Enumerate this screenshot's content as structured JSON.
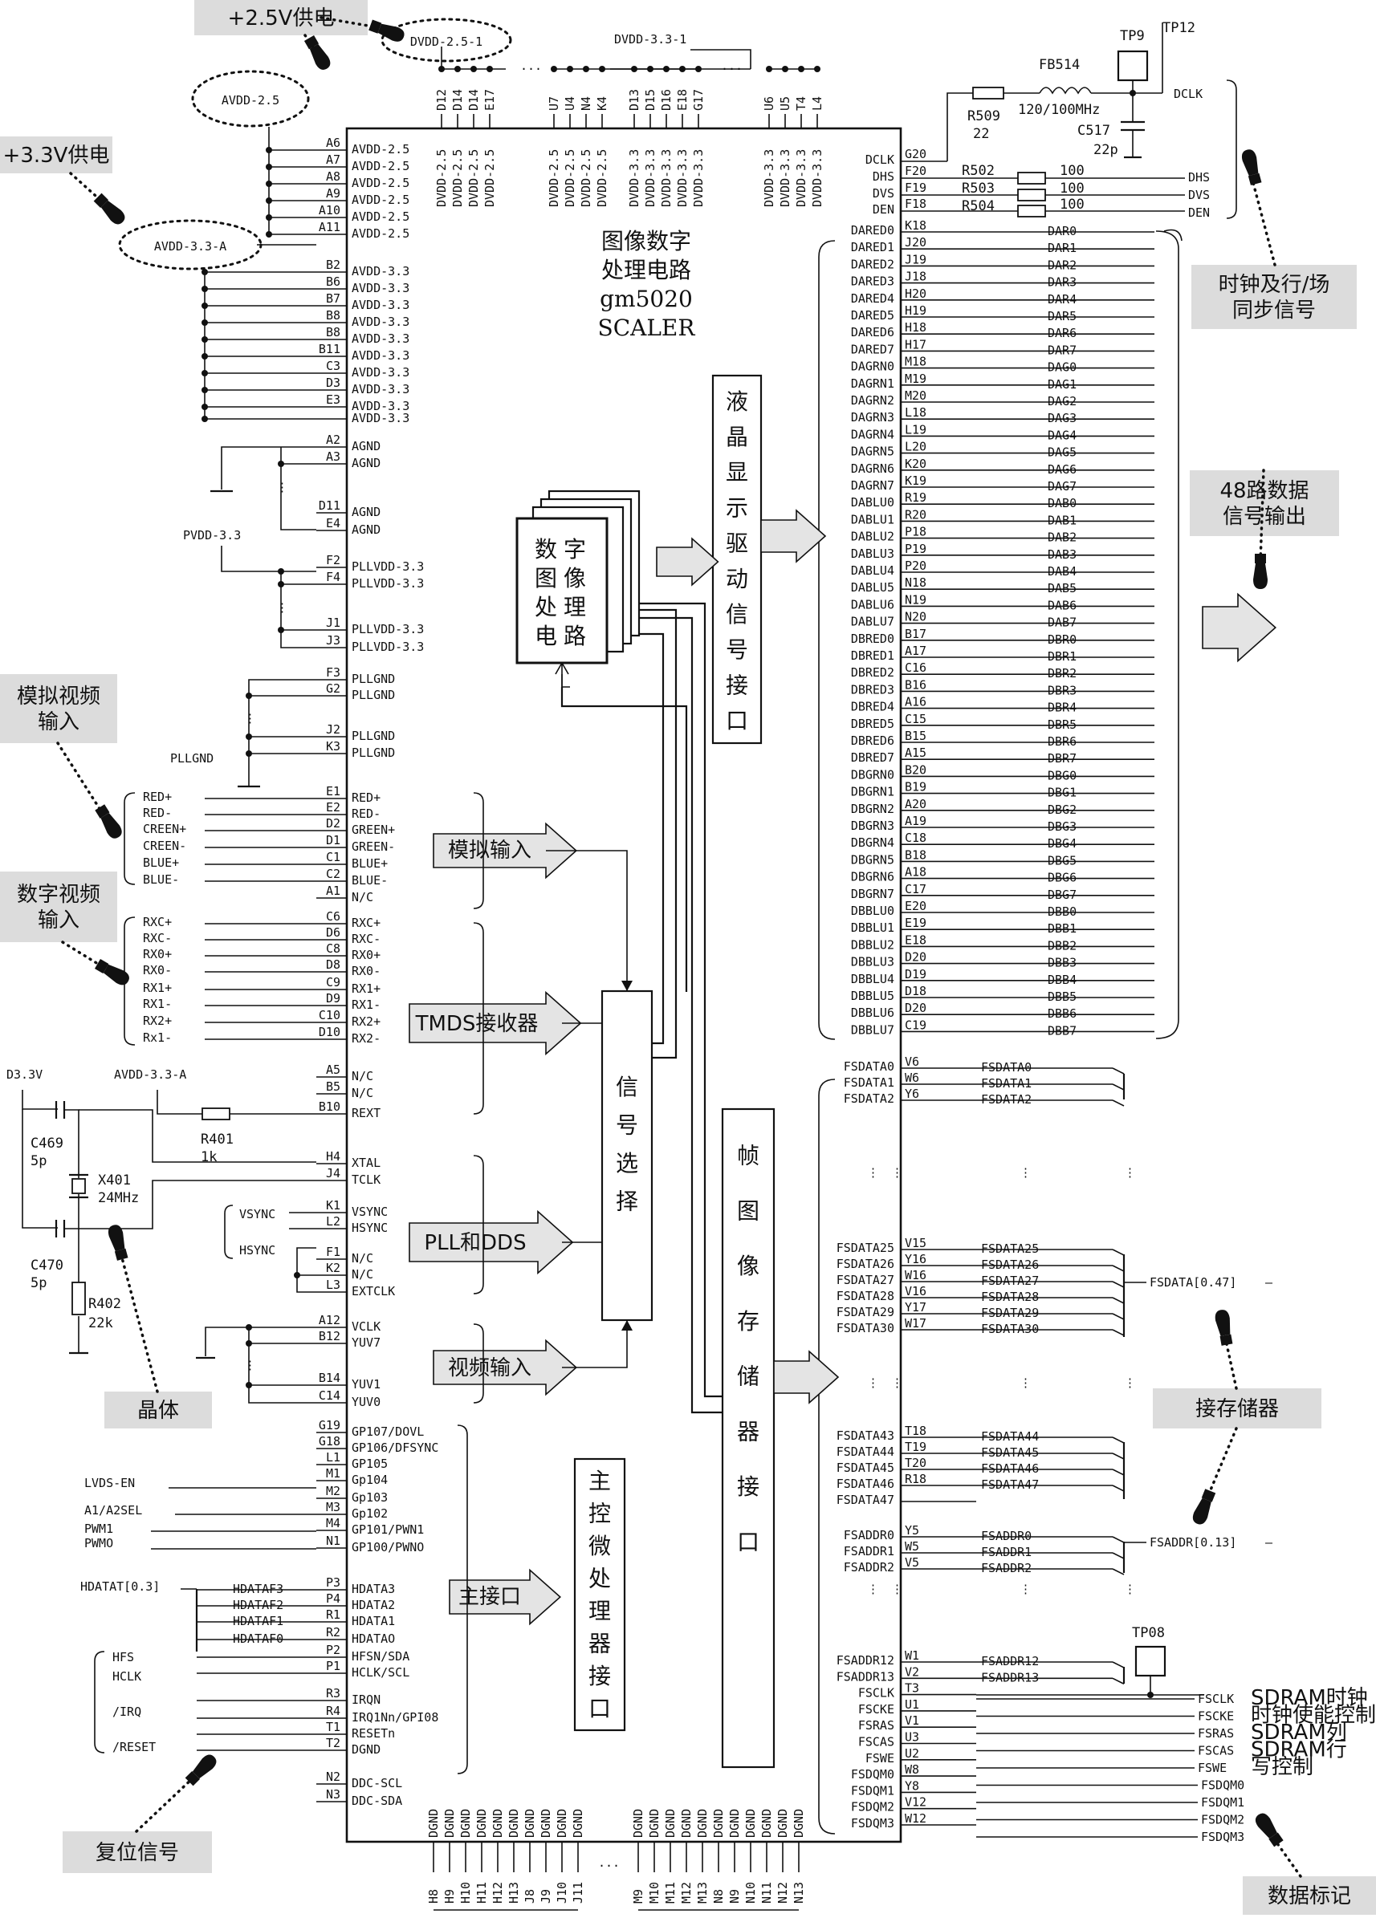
{
  "chip": {
    "title_lines": [
      "图像数字",
      "处理电路",
      "gm5020",
      "SCALER"
    ]
  },
  "blocks": {
    "lcd_driver": "液晶显示驱动信号接口",
    "dip": "数字图像处理电路",
    "signal_select": "信号选择",
    "frame_memory": "帧图像存储器接口",
    "mcu": "主控微处理器接口"
  },
  "input_arrows": {
    "analog": "模拟输入",
    "tmds": "TMDS接收器",
    "pll": "PLL和DDS",
    "video": "视频输入",
    "main": "主接口"
  },
  "notes": {
    "v25": "+2.5V供电",
    "v33": "+3.3V供电",
    "analog_video": [
      "模拟视频",
      "输入"
    ],
    "digital_video": [
      "数字视频",
      "输入"
    ],
    "crystal": "晶体",
    "reset": "复位信号",
    "clock_sync": [
      "时钟及行/场",
      "同步信号"
    ],
    "data48": [
      "48路数据",
      "信号输出"
    ],
    "memory": "接存储器",
    "data_mark": "数据标记"
  },
  "rails": {
    "avdd25": "AVDD-2.5",
    "avdd33a": "AVDD-3.3-A",
    "dvdd251": "DVDD-2.5-1",
    "dvdd331": "DVDD-3.3-1",
    "pvdd33": "PVDD-3.3",
    "pllgnd": "PLLGND",
    "d33": "D3.3V",
    "avdd33a2": "AVDD-3.3-A"
  },
  "top_pins": {
    "dvdd25_nums": [
      "D12",
      "D14",
      "D14",
      "E17"
    ],
    "dvdd25_nums2": [
      "U7",
      "U4",
      "N4",
      "K4"
    ],
    "dvdd33_nums": [
      "D13",
      "D15",
      "D16",
      "E18",
      "G17"
    ],
    "dvdd33_nums2": [
      "U6",
      "U5",
      "T4",
      "L4"
    ],
    "dvdd25_names": [
      "DVDD-2.5",
      "DVDD-2.5",
      "DVDD-2.5",
      "DVDD-2.5"
    ],
    "dvdd25_names2": [
      "DVDD-2.5",
      "DVDD-2.5",
      "DVDD-2.5",
      "DVDD-2.5"
    ],
    "dvdd33_names": [
      "DVDD-3.3",
      "DVDD-3.3",
      "DVDD-3.3",
      "DVDD-3.3",
      "DVDD-3.3"
    ],
    "dvdd33_names2": [
      "DVDD-3.3",
      "DVDD-3.3",
      "DVDD-3.3",
      "DVDD-3.3"
    ]
  },
  "bottom_pins": {
    "nums_left": [
      "H8",
      "H9",
      "H10",
      "H11",
      "H12",
      "H13",
      "J8",
      "J9",
      "J10",
      "J11"
    ],
    "nums_right": [
      "M9",
      "M10",
      "M11",
      "M12",
      "M13",
      "N8",
      "N9",
      "N10",
      "N11",
      "N12",
      "N13"
    ],
    "name": "DGND"
  },
  "left_pins": [
    {
      "num": "A6",
      "name": "AVDD-2.5"
    },
    {
      "num": "A7",
      "name": "AVDD-2.5"
    },
    {
      "num": "A8",
      "name": "AVDD-2.5"
    },
    {
      "num": "A9",
      "name": "AVDD-2.5"
    },
    {
      "num": "A10",
      "name": "AVDD-2.5"
    },
    {
      "num": "A11",
      "name": "AVDD-2.5"
    },
    {
      "num": "B2",
      "name": "AVDD-3.3"
    },
    {
      "num": "B6",
      "name": "AVDD-3.3"
    },
    {
      "num": "B7",
      "name": "AVDD-3.3"
    },
    {
      "num": "B8",
      "name": "AVDD-3.3"
    },
    {
      "num": "B8",
      "name": "AVDD-3.3"
    },
    {
      "num": "B11",
      "name": "AVDD-3.3"
    },
    {
      "num": "C3",
      "name": "AVDD-3.3"
    },
    {
      "num": "D3",
      "name": "AVDD-3.3"
    },
    {
      "num": "E3",
      "name": "AVDD-3.3"
    },
    {
      "num": "",
      "name": "AVDD-3.3"
    },
    {
      "num": "A2",
      "name": "AGND"
    },
    {
      "num": "A3",
      "name": "AGND"
    },
    {
      "num": "D11",
      "name": "AGND"
    },
    {
      "num": "E4",
      "name": "AGND"
    },
    {
      "num": "F2",
      "name": "PLLVDD-3.3"
    },
    {
      "num": "F4",
      "name": "PLLVDD-3.3"
    },
    {
      "num": "J1",
      "name": "PLLVDD-3.3"
    },
    {
      "num": "J3",
      "name": "PLLVDD-3.3"
    },
    {
      "num": "F3",
      "name": "PLLGND"
    },
    {
      "num": "G2",
      "name": "PLLGND"
    },
    {
      "num": "J2",
      "name": "PLLGND"
    },
    {
      "num": "K3",
      "name": "PLLGND"
    },
    {
      "num": "E1",
      "name": "RED+"
    },
    {
      "num": "E2",
      "name": "RED-"
    },
    {
      "num": "D2",
      "name": "GREEN+"
    },
    {
      "num": "D1",
      "name": "GREEN-"
    },
    {
      "num": "C1",
      "name": "BLUE+"
    },
    {
      "num": "C2",
      "name": "BLUE-"
    },
    {
      "num": "A1",
      "name": "N/C"
    },
    {
      "num": "C6",
      "name": "RXC+"
    },
    {
      "num": "D6",
      "name": "RXC-"
    },
    {
      "num": "C8",
      "name": "RX0+"
    },
    {
      "num": "D8",
      "name": "RX0-"
    },
    {
      "num": "C9",
      "name": "RX1+"
    },
    {
      "num": "D9",
      "name": "RX1-"
    },
    {
      "num": "C10",
      "name": "RX2+"
    },
    {
      "num": "D10",
      "name": "RX2-"
    },
    {
      "num": "A5",
      "name": "N/C"
    },
    {
      "num": "B5",
      "name": "N/C"
    },
    {
      "num": "B10",
      "name": "REXT"
    },
    {
      "num": "H4",
      "name": "XTAL"
    },
    {
      "num": "J4",
      "name": "TCLK"
    },
    {
      "num": "K1",
      "name": "VSYNC"
    },
    {
      "num": "L2",
      "name": "HSYNC"
    },
    {
      "num": "F1",
      "name": "N/C"
    },
    {
      "num": "K2",
      "name": "N/C"
    },
    {
      "num": "L3",
      "name": "EXTCLK"
    },
    {
      "num": "A12",
      "name": "VCLK"
    },
    {
      "num": "B12",
      "name": "YUV7"
    },
    {
      "num": "B14",
      "name": "YUV1"
    },
    {
      "num": "C14",
      "name": "YUV0"
    },
    {
      "num": "G19",
      "name": "GP107/DOVL"
    },
    {
      "num": "G18",
      "name": "GP106/DFSYNC"
    },
    {
      "num": "L1",
      "name": "GP105"
    },
    {
      "num": "M1",
      "name": "Gp104"
    },
    {
      "num": "M2",
      "name": "Gp103"
    },
    {
      "num": "M3",
      "name": "Gp102"
    },
    {
      "num": "M4",
      "name": "GP101/PWN1"
    },
    {
      "num": "N1",
      "name": "GP100/PWNO"
    },
    {
      "num": "P3",
      "name": "HDATA3"
    },
    {
      "num": "P4",
      "name": "HDATA2"
    },
    {
      "num": "R1",
      "name": "HDATA1"
    },
    {
      "num": "R2",
      "name": "HDATAO"
    },
    {
      "num": "P2",
      "name": "HFSN/SDA"
    },
    {
      "num": "P1",
      "name": "HCLK/SCL"
    },
    {
      "num": "R3",
      "name": "IRQN"
    },
    {
      "num": "R4",
      "name": "IRQ1Nn/GPI08"
    },
    {
      "num": "T1",
      "name": "RESETn"
    },
    {
      "num": "T2",
      "name": "DGND"
    },
    {
      "num": "N2",
      "name": "DDC-SCL"
    },
    {
      "num": "N3",
      "name": "DDC-SDA"
    }
  ],
  "left_signals": {
    "rgb": [
      "RED+",
      "RED-",
      "CREEN+",
      "CREEN-",
      "BLUE+",
      "BLUE-"
    ],
    "tmds": [
      "RXC+",
      "RXC-",
      "RX0+",
      "RX0-",
      "RX1+",
      "RX1-",
      "RX2+",
      "Rx1-"
    ],
    "sync": [
      "VSYNC",
      "HSYNC"
    ],
    "gp": [
      "LVDS-EN",
      "A1/A2SEL",
      "PWM1",
      "PWMO"
    ],
    "hdata_bus": "HDATAT[0.3]",
    "hdata": [
      "HDATAF3",
      "HDATAF2",
      "HDATAF1",
      "HDATAF0"
    ],
    "host": [
      "HFS",
      "HCLK",
      "/IRQ",
      "/RESET"
    ]
  },
  "crystal_parts": {
    "c469": "C469",
    "c469v": "5p",
    "c470": "C470",
    "c470v": "5p",
    "x401": "X401",
    "x401v": "24MHz",
    "r401": "R401",
    "r401v": "1k",
    "r402": "R402",
    "r402v": "22k"
  },
  "right_top": [
    {
      "name": "DCLK",
      "num": "G20"
    },
    {
      "name": "DHS",
      "num": "F20"
    },
    {
      "name": "DVS",
      "num": "F19"
    },
    {
      "name": "DEN",
      "num": "F18"
    }
  ],
  "clock_parts": {
    "fb514": "FB514",
    "fb514v": "120/100MHz",
    "r509": "R509",
    "r509v": "22",
    "c517": "C517",
    "c517v": "22p",
    "tp9": "TP9",
    "tp12": "TP12",
    "r502": "R502",
    "r503": "R503",
    "r504": "R504",
    "rv": "100",
    "out_dclk": "DCLK",
    "out_dhs": "DHS",
    "out_dvs": "DVS",
    "out_den": "DEN"
  },
  "data_pins": [
    {
      "name": "DARED0",
      "num": "K18",
      "sig": "DAR0"
    },
    {
      "name": "DARED1",
      "num": "J20",
      "sig": "DAR1"
    },
    {
      "name": "DARED2",
      "num": "J19",
      "sig": "DAR2"
    },
    {
      "name": "DARED3",
      "num": "J18",
      "sig": "DAR3"
    },
    {
      "name": "DARED4",
      "num": "H20",
      "sig": "DAR4"
    },
    {
      "name": "DARED5",
      "num": "H19",
      "sig": "DAR5"
    },
    {
      "name": "DARED6",
      "num": "H18",
      "sig": "DAR6"
    },
    {
      "name": "DARED7",
      "num": "H17",
      "sig": "DAR7"
    },
    {
      "name": "DAGRN0",
      "num": "M18",
      "sig": "DAG0"
    },
    {
      "name": "DAGRN1",
      "num": "M19",
      "sig": "DAG1"
    },
    {
      "name": "DAGRN2",
      "num": "M20",
      "sig": "DAG2"
    },
    {
      "name": "DAGRN3",
      "num": "L18",
      "sig": "DAG3"
    },
    {
      "name": "DAGRN4",
      "num": "L19",
      "sig": "DAG4"
    },
    {
      "name": "DAGRN5",
      "num": "L20",
      "sig": "DAG5"
    },
    {
      "name": "DAGRN6",
      "num": "K20",
      "sig": "DAG6"
    },
    {
      "name": "DAGRN7",
      "num": "K19",
      "sig": "DAG7"
    },
    {
      "name": "DABLU0",
      "num": "R19",
      "sig": "DAB0"
    },
    {
      "name": "DABLU1",
      "num": "R20",
      "sig": "DAB1"
    },
    {
      "name": "DABLU2",
      "num": "P18",
      "sig": "DAB2"
    },
    {
      "name": "DABLU3",
      "num": "P19",
      "sig": "DAB3"
    },
    {
      "name": "DABLU4",
      "num": "P20",
      "sig": "DAB4"
    },
    {
      "name": "DABLU5",
      "num": "N18",
      "sig": "DAB5"
    },
    {
      "name": "DABLU6",
      "num": "N19",
      "sig": "DAB6"
    },
    {
      "name": "DABLU7",
      "num": "N20",
      "sig": "DAB7"
    },
    {
      "name": "DBRED0",
      "num": "B17",
      "sig": "DBR0"
    },
    {
      "name": "DBRED1",
      "num": "A17",
      "sig": "DBR1"
    },
    {
      "name": "DBRED2",
      "num": "C16",
      "sig": "DBR2"
    },
    {
      "name": "DBRED3",
      "num": "B16",
      "sig": "DBR3"
    },
    {
      "name": "DBRED4",
      "num": "A16",
      "sig": "DBR4"
    },
    {
      "name": "DBRED5",
      "num": "C15",
      "sig": "DBR5"
    },
    {
      "name": "DBRED6",
      "num": "B15",
      "sig": "DBR6"
    },
    {
      "name": "DBRED7",
      "num": "A15",
      "sig": "DBR7"
    },
    {
      "name": "DBGRN0",
      "num": "B20",
      "sig": "DBG0"
    },
    {
      "name": "DBGRN1",
      "num": "B19",
      "sig": "DBG1"
    },
    {
      "name": "DBGRN2",
      "num": "A20",
      "sig": "DBG2"
    },
    {
      "name": "DBGRN3",
      "num": "A19",
      "sig": "DBG3"
    },
    {
      "name": "DBGRN4",
      "num": "C18",
      "sig": "DBG4"
    },
    {
      "name": "DBGRN5",
      "num": "B18",
      "sig": "DBG5"
    },
    {
      "name": "DBGRN6",
      "num": "A18",
      "sig": "DBG6"
    },
    {
      "name": "DBGRN7",
      "num": "C17",
      "sig": "DBG7"
    },
    {
      "name": "DBBLU0",
      "num": "E20",
      "sig": "DBB0"
    },
    {
      "name": "DBBLU1",
      "num": "E19",
      "sig": "DBB1"
    },
    {
      "name": "DBBLU2",
      "num": "E18",
      "sig": "DBB2"
    },
    {
      "name": "DBBLU3",
      "num": "D20",
      "sig": "DBB3"
    },
    {
      "name": "DBBLU4",
      "num": "D19",
      "sig": "DBB4"
    },
    {
      "name": "DBBLU5",
      "num": "D18",
      "sig": "DBB5"
    },
    {
      "name": "DBBLU6",
      "num": "D20",
      "sig": "DBB6"
    },
    {
      "name": "DBBLU7",
      "num": "C19",
      "sig": "DBB7"
    }
  ],
  "fs_pins": {
    "g1": [
      {
        "name": "FSDATA0",
        "num": "V6",
        "sig": "FSDATA0"
      },
      {
        "name": "FSDATA1",
        "num": "W6",
        "sig": "FSDATA1"
      },
      {
        "name": "FSDATA2",
        "num": "Y6",
        "sig": "FSDATA2"
      }
    ],
    "g2": [
      {
        "name": "FSDATA25",
        "num": "V15",
        "sig": "FSDATA25"
      },
      {
        "name": "FSDATA26",
        "num": "Y16",
        "sig": "FSDATA26"
      },
      {
        "name": "FSDATA27",
        "num": "W16",
        "sig": "FSDATA27"
      },
      {
        "name": "FSDATA28",
        "num": "V16",
        "sig": "FSDATA28"
      },
      {
        "name": "FSDATA29",
        "num": "Y17",
        "sig": "FSDATA29"
      },
      {
        "name": "FSDATA30",
        "num": "W17",
        "sig": "FSDATA30"
      }
    ],
    "g3": [
      {
        "name": "FSDATA43",
        "num": "T18",
        "sig": "FSDATA44"
      },
      {
        "name": "FSDATA44",
        "num": "T19",
        "sig": "FSDATA45"
      },
      {
        "name": "FSDATA45",
        "num": "T20",
        "sig": "FSDATA46"
      },
      {
        "name": "FSDATA46",
        "num": "R18",
        "sig": "FSDATA47"
      },
      {
        "name": "FSDATA47",
        "num": "",
        "sig": ""
      }
    ],
    "g4": [
      {
        "name": "FSADDR0",
        "num": "Y5",
        "sig": "FSADDR0"
      },
      {
        "name": "FSADDR1",
        "num": "W5",
        "sig": "FSADDR1"
      },
      {
        "name": "FSADDR2",
        "num": "V5",
        "sig": "FSADDR2"
      }
    ],
    "g5": [
      {
        "name": "FSADDR12",
        "num": "W1",
        "sig": "FSADDR12"
      },
      {
        "name": "FSADDR13",
        "num": "V2",
        "sig": "FSADDR13"
      },
      {
        "name": "FSCLK",
        "num": "T3",
        "sig": ""
      },
      {
        "name": "FSCKE",
        "num": "U1",
        "sig": ""
      },
      {
        "name": "FSRAS",
        "num": "V1",
        "sig": ""
      },
      {
        "name": "FSCAS",
        "num": "U3",
        "sig": ""
      },
      {
        "name": "FSWE",
        "num": "U2",
        "sig": ""
      },
      {
        "name": "FSDQM0",
        "num": "W8",
        "sig": ""
      },
      {
        "name": "FSDQM1",
        "num": "Y8",
        "sig": ""
      },
      {
        "name": "FSDQM2",
        "num": "V12",
        "sig": ""
      },
      {
        "name": "FSDQM3",
        "num": "W12",
        "sig": ""
      }
    ],
    "bus_data": "FSDATA[0.47]",
    "bus_addr": "FSADDR[0.13]",
    "tp08": "TP08"
  },
  "sdram_outputs": [
    {
      "sig": "FSCLK",
      "desc": "SDRAM时钟"
    },
    {
      "sig": "FSCKE",
      "desc": "时钟使能控制"
    },
    {
      "sig": "FSRAS",
      "desc": "SDRAM列"
    },
    {
      "sig": "FSCAS",
      "desc": "SDRAM行"
    },
    {
      "sig": "FSWE",
      "desc": "写控制"
    },
    {
      "sig": "FSDQM0",
      "desc": ""
    },
    {
      "sig": "FSDQM1",
      "desc": ""
    },
    {
      "sig": "FSDQM2",
      "desc": ""
    },
    {
      "sig": "FSDQM3",
      "desc": ""
    }
  ]
}
